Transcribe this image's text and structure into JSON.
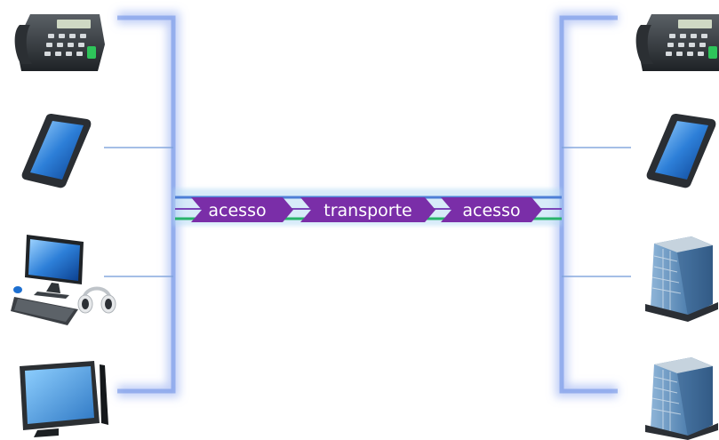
{
  "diagram": {
    "segments": [
      {
        "label": "acesso"
      },
      {
        "label": "transporte"
      },
      {
        "label": "acesso"
      }
    ],
    "left_devices": [
      {
        "icon": "desk-phone-icon"
      },
      {
        "icon": "smartphone-icon"
      },
      {
        "icon": "desktop-computer-icon"
      },
      {
        "icon": "flat-screen-tv-icon"
      }
    ],
    "right_devices": [
      {
        "icon": "desk-phone-icon"
      },
      {
        "icon": "smartphone-icon"
      },
      {
        "icon": "office-building-icon"
      },
      {
        "icon": "office-building-icon"
      }
    ],
    "colors": {
      "segment_fill": "#7a2ea8",
      "bracket_glow": "#8fa8f0",
      "line_blue": "#4d7fd6",
      "line_green": "#27b36a",
      "line_light": "#a9d3ef"
    }
  }
}
